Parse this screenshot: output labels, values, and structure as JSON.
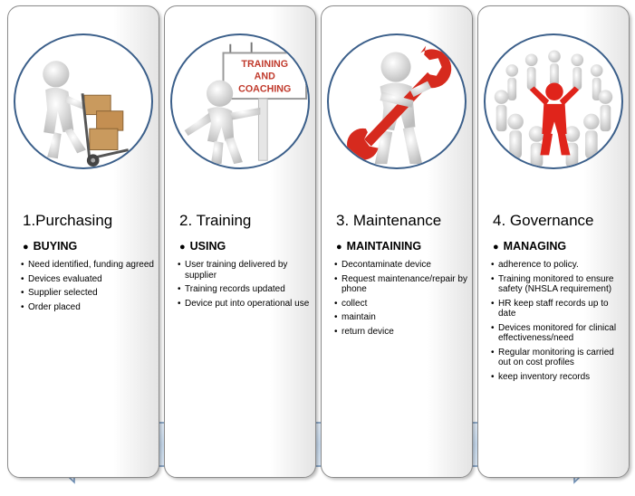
{
  "stages": [
    {
      "title": "1.Purchasing",
      "heading": "BUYING",
      "items": [
        "Need identified, funding agreed",
        "Devices evaluated",
        "Supplier selected",
        " Order placed"
      ],
      "icon": "person-pushing-hand-truck-icon"
    },
    {
      "title": "2. Training",
      "heading": "USING",
      "items": [
        "User training delivered by supplier",
        "Training records updated",
        "Device put into operational use"
      ],
      "icon": "person-with-training-sign-icon",
      "sign_text": [
        "TRAINING",
        "AND",
        "COACHING"
      ]
    },
    {
      "title": "3. Maintenance",
      "heading": "MAINTAINING",
      "items": [
        "Decontaminate device",
        "Request maintenance/repair by phone",
        "collect",
        "maintain",
        "return device"
      ],
      "icon": "person-holding-wrench-icon"
    },
    {
      "title": "4. Governance",
      "heading": "MANAGING",
      "items": [
        "adherence to policy.",
        "Training monitored to ensure safety (NHSLA requirement)",
        "HR keep staff records up to date",
        "Devices monitored for clinical effectiveness/need",
        "Regular monitoring is carried out on cost profiles",
        "keep inventory  records"
      ],
      "icon": "people-circle-leader-icon"
    }
  ],
  "colors": {
    "circle_border": "#3b5f8a",
    "wrench": "#d62a1e",
    "leader": "#e0241b",
    "arrow_fill": "#cfe0f2",
    "arrow_border": "#6d8fb6"
  }
}
